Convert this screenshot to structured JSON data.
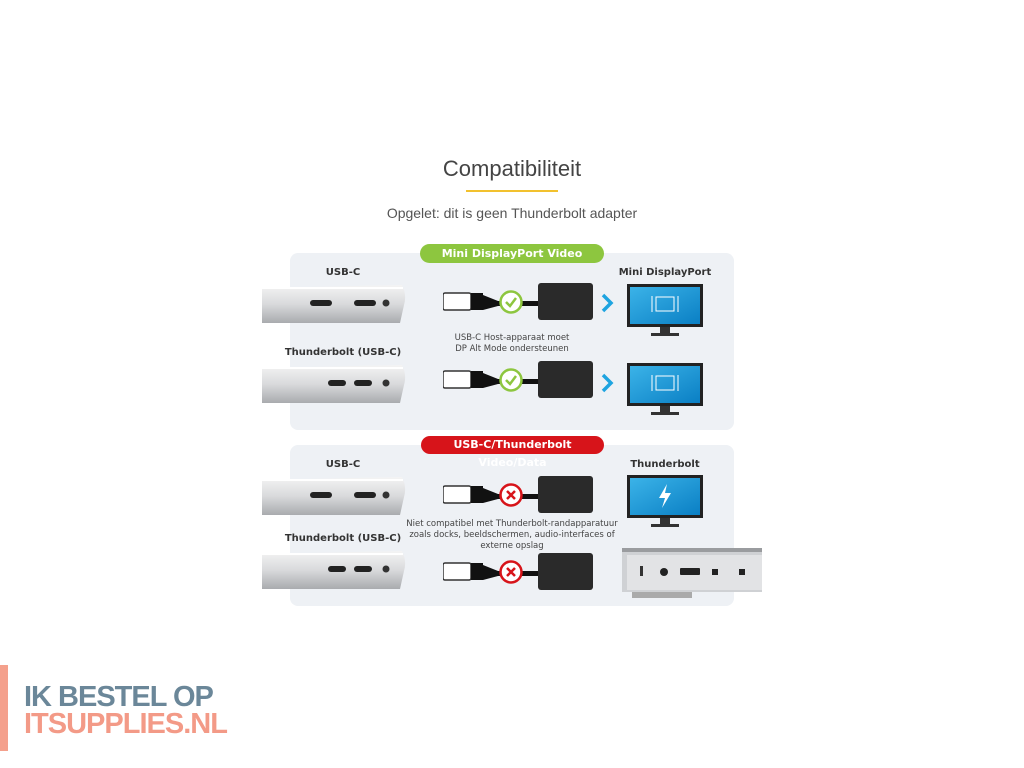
{
  "header": {
    "title": "Compatibiliteit",
    "subtitle": "Opgelet: dit is geen Thunderbolt adapter"
  },
  "section1": {
    "badge": "Mini DisplayPort Video",
    "badge_color": "#8dc63f",
    "left_top": "USB-C",
    "left_bottom": "Thunderbolt (USB-C)",
    "right_top": "Mini DisplayPort",
    "note_lines": [
      "USB-C Host-apparaat moet",
      "DP Alt Mode ondersteunen"
    ],
    "status": "compatible",
    "status_icon": "check-icon"
  },
  "section2": {
    "badge": "USB-C/Thunderbolt Video/Data",
    "badge_color": "#d7141a",
    "left_top": "USB-C",
    "left_bottom": "Thunderbolt (USB-C)",
    "right_top": "Thunderbolt",
    "note_lines": [
      "Niet compatibel met Thunderbolt-randapparatuur",
      "zoals docks, beeldschermen, audio-interfaces of",
      "externe opslag"
    ],
    "status": "incompatible",
    "status_icon": "x-icon"
  },
  "logo": {
    "line1": "IK BESTEL OP",
    "line2": "ITSUPPLIES.NL",
    "color1": "#6b8799",
    "color2": "#f39a87"
  }
}
